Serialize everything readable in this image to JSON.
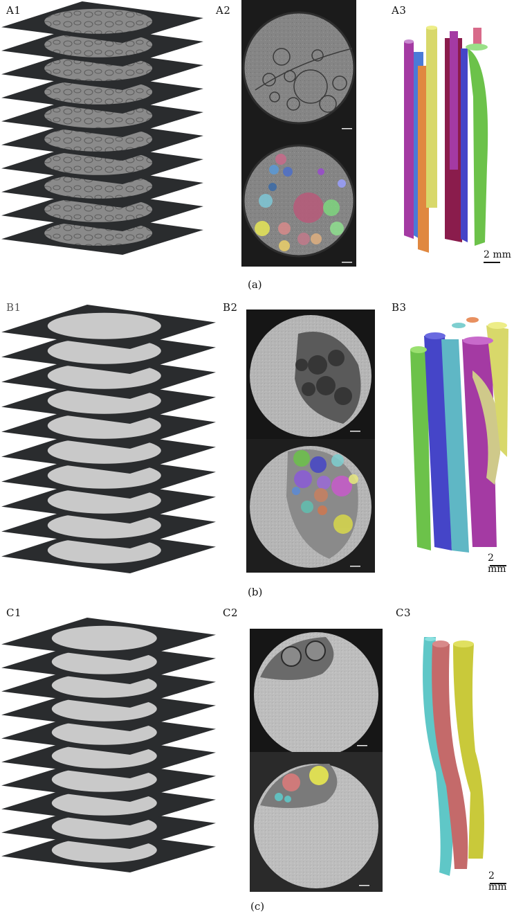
{
  "panels": {
    "A1": "A1",
    "A2": "A2",
    "A3": "A3",
    "B1": "B1",
    "B2": "B2",
    "B3": "B3",
    "C1": "C1",
    "C2": "C2",
    "C3": "C3"
  },
  "captions": {
    "a": "(a)",
    "b": "(b)",
    "c": "(c)"
  },
  "scale": {
    "a": "2 mm",
    "b": "2 mm",
    "c": "2 mm"
  },
  "colors": {
    "slice_dark": "#2a2c2e",
    "slice_gray": "#7d7d7d",
    "slice_light": "#c9c9c9",
    "fascicle_palette": [
      "#6cc24a",
      "#4545c8",
      "#5fb7c5",
      "#a43aa3",
      "#d8d86a",
      "#b86cb8",
      "#e08840",
      "#8a1c4c",
      "#4fb9ff"
    ]
  }
}
